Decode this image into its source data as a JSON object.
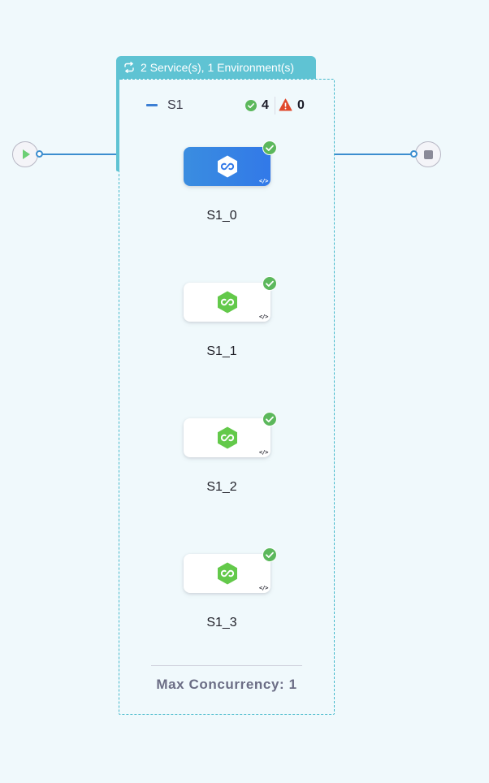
{
  "group": {
    "tab_label": "2 Service(s), 1 Environment(s)"
  },
  "stage": {
    "name": "S1",
    "success_count": "4",
    "warning_count": "0"
  },
  "steps": [
    {
      "name": "S1_0",
      "selected": true,
      "status": "success",
      "badge": "</>"
    },
    {
      "name": "S1_1",
      "selected": false,
      "status": "success",
      "badge": "</>"
    },
    {
      "name": "S1_2",
      "selected": false,
      "status": "success",
      "badge": "</>"
    },
    {
      "name": "S1_3",
      "selected": false,
      "status": "success",
      "badge": "</>"
    }
  ],
  "footer": {
    "concurrency_label": "Max Concurrency: 1"
  },
  "colors": {
    "canvas_bg": "#f0f9fc",
    "group_accent": "#5fc3d3",
    "edge": "#3c8ecf",
    "selected_node": "#3279e8",
    "success": "#5cb85c",
    "warning": "#e0492d",
    "icon_green": "#63c94a"
  },
  "icons": {
    "start": "play-icon",
    "end": "stop-icon",
    "tab": "loop-icon",
    "step": "link-hexagon-icon",
    "status": "check-circle-icon"
  }
}
